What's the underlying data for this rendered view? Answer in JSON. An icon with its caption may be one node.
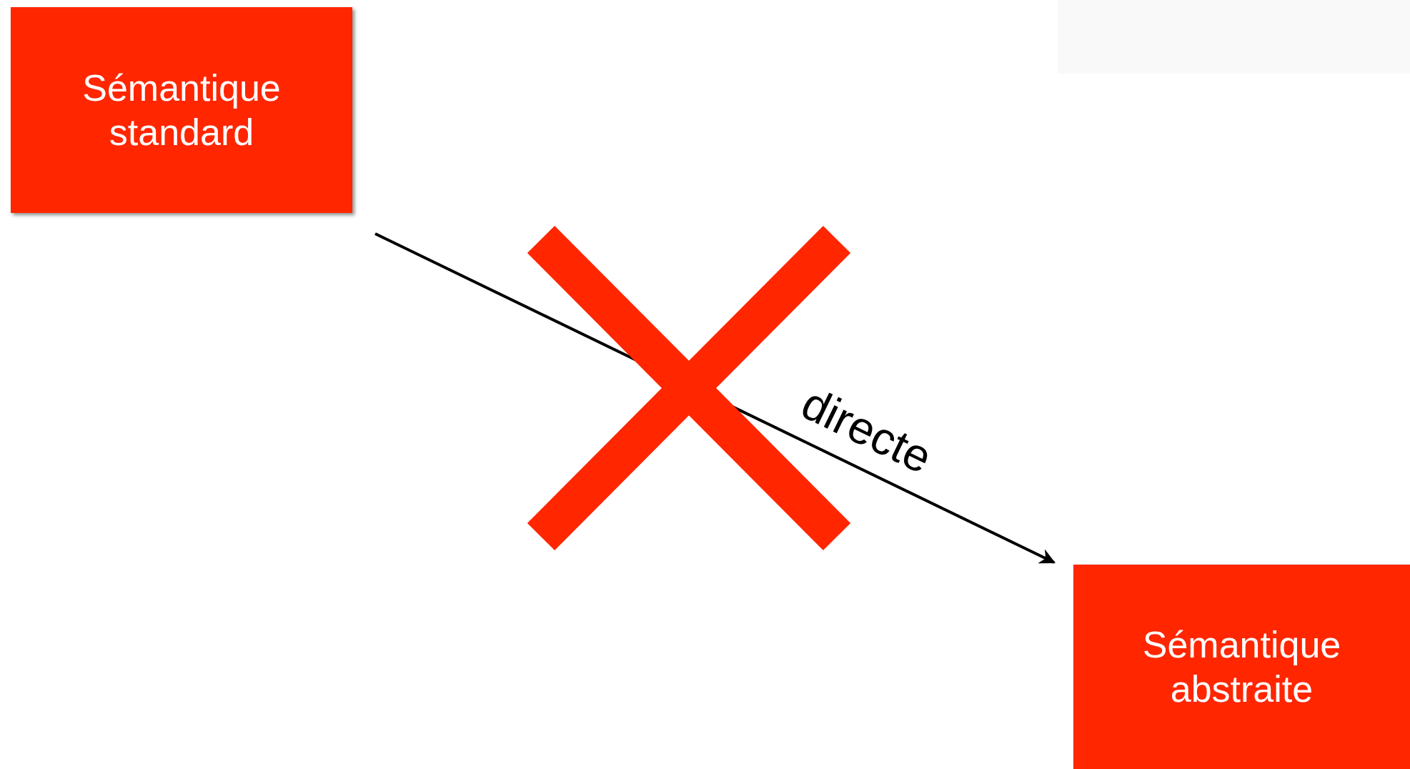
{
  "diagram": {
    "nodes": [
      {
        "text": [
          "Sémantique standard"
        ]
      },
      {
        "text": [
          "Sémantique abstraite"
        ]
      }
    ],
    "edges": [
      {
        "from": 0,
        "to": 1,
        "arrow": "to",
        "label": "directe"
      }
    ]
  }
}
